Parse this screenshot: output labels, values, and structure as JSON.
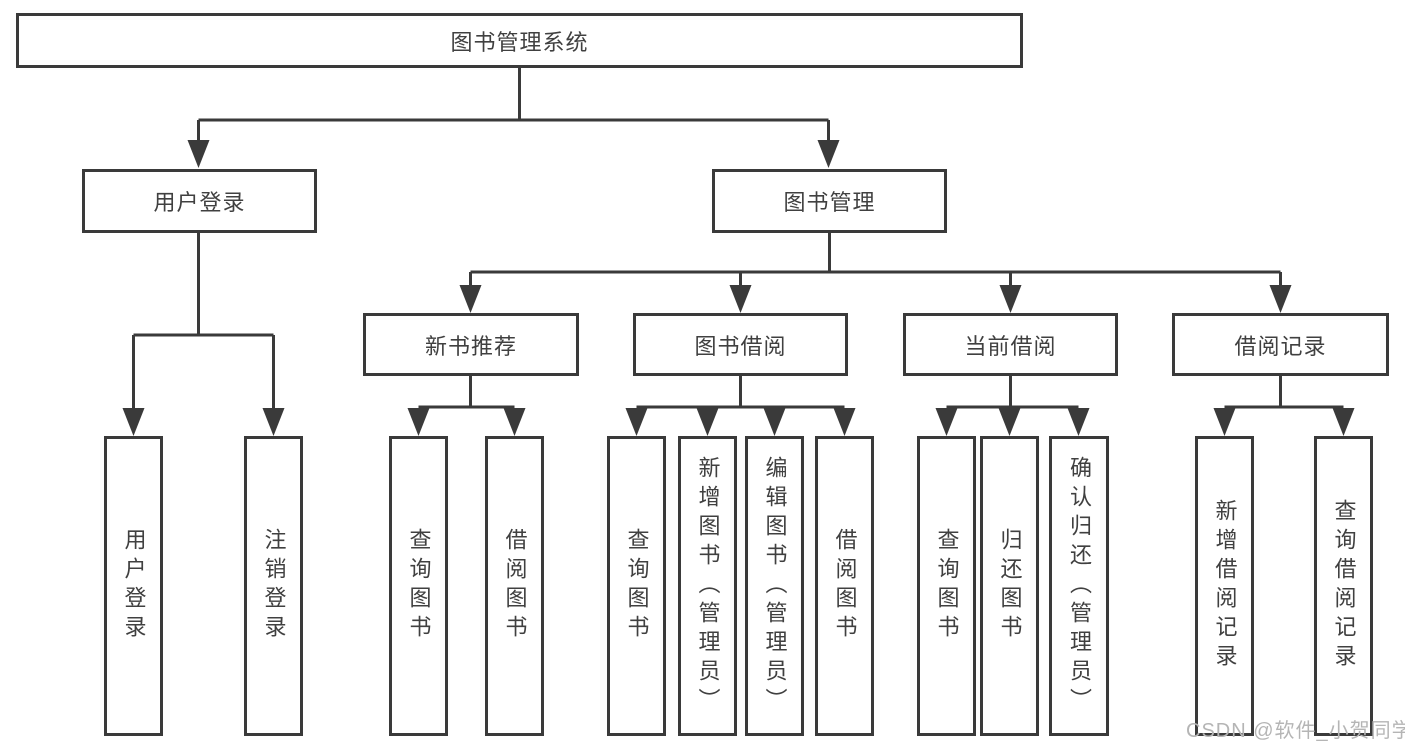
{
  "diagram_type": "functional-structure-tree",
  "colors": {
    "line": "#3a3a3a",
    "box_border": "#3a3a3a",
    "box_fill": "#ffffff",
    "text": "#404040",
    "watermark": "#b5b5b5",
    "background": "#ffffff"
  },
  "tree": {
    "label": "图书管理系统",
    "children": [
      {
        "label": "用户登录",
        "children": [
          {
            "label": "用户登录"
          },
          {
            "label": "注销登录"
          }
        ]
      },
      {
        "label": "图书管理",
        "children": [
          {
            "label": "新书推荐",
            "children": [
              {
                "label": "查询图书"
              },
              {
                "label": "借阅图书"
              }
            ]
          },
          {
            "label": "图书借阅",
            "children": [
              {
                "label": "查询图书"
              },
              {
                "label": "新增图书（管理员）"
              },
              {
                "label": "编辑图书（管理员）"
              },
              {
                "label": "借阅图书"
              }
            ]
          },
          {
            "label": "当前借阅",
            "children": [
              {
                "label": "查询图书"
              },
              {
                "label": "归还图书"
              },
              {
                "label": "确认归还（管理员）"
              }
            ]
          },
          {
            "label": "借阅记录",
            "children": [
              {
                "label": "新增借阅记录"
              },
              {
                "label": "查询借阅记录"
              }
            ]
          }
        ]
      }
    ]
  },
  "watermark": {
    "text": "CSDN @软件_小贺同学"
  }
}
